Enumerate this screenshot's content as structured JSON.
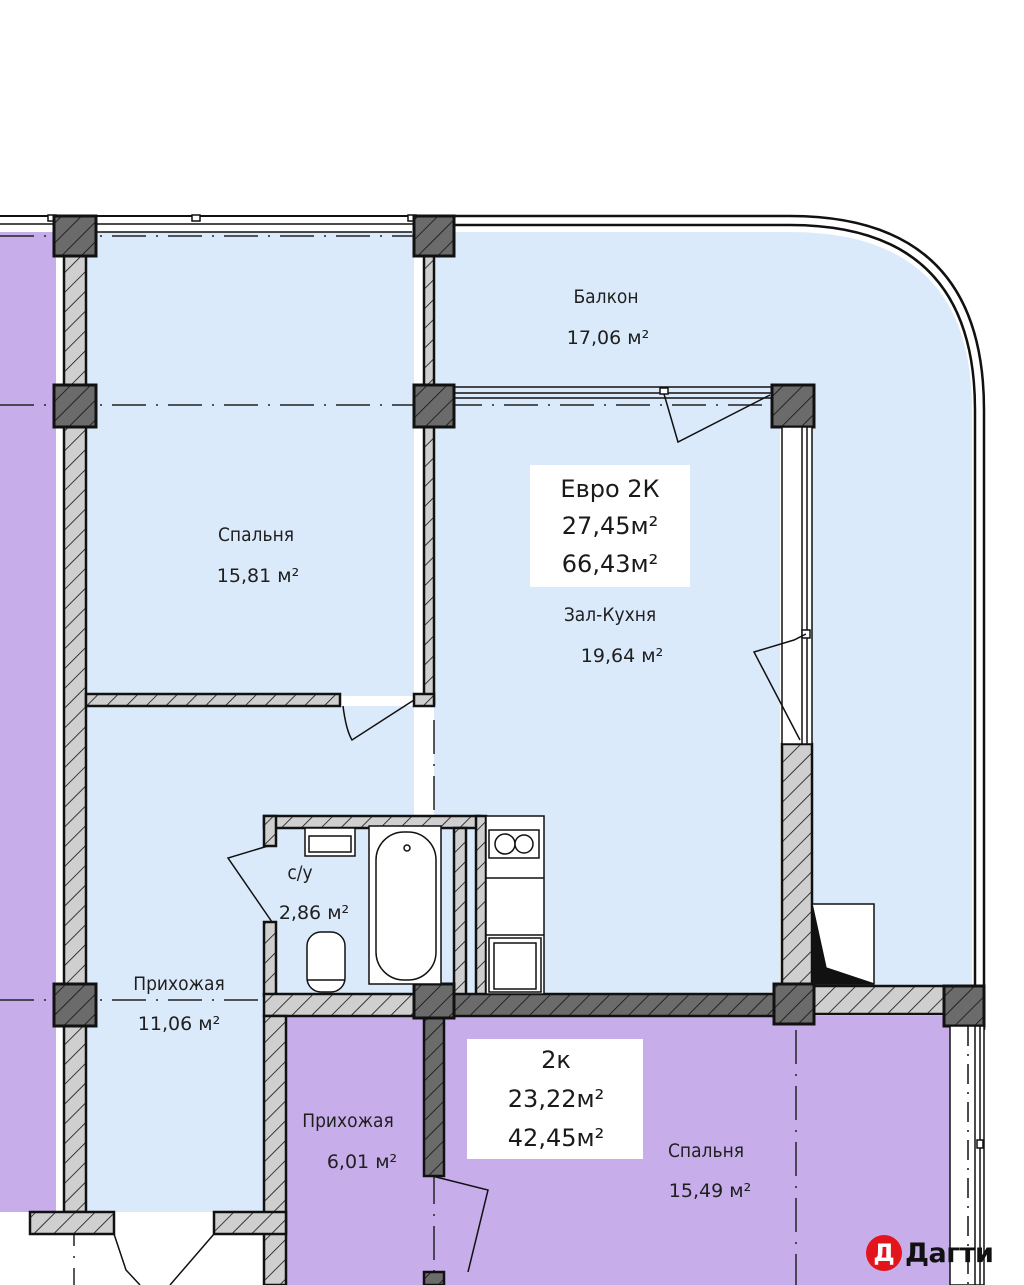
{
  "colors": {
    "apartment_euro2k": "#dbeafb",
    "apartment_2k": "#c7aeea",
    "wall_fill": "#cfcfcf",
    "column_fill": "#6b6b6b",
    "outline": "#111111",
    "logo_red": "#e3141b"
  },
  "apartments": [
    {
      "id": "euro-2k",
      "tag": {
        "type": "Евро 2К",
        "living_area": "27,45м²",
        "total_area": "66,43м²"
      },
      "rooms": [
        {
          "name": "Балкон",
          "area": "17,06 м²"
        },
        {
          "name": "Спальня",
          "area": "15,81 м²"
        },
        {
          "name": "Зал-Кухня",
          "area": "19,64 м²"
        },
        {
          "name": "с/у",
          "area": "2,86 м²"
        },
        {
          "name": "Прихожая",
          "area": "11,06 м²"
        }
      ]
    },
    {
      "id": "2k",
      "tag": {
        "type": "2к",
        "living_area": "23,22м²",
        "total_area": "42,45м²"
      },
      "rooms": [
        {
          "name": "Прихожая",
          "area": "6,01 м²"
        },
        {
          "name": "Спальня",
          "area": "15,49 м²"
        }
      ]
    }
  ],
  "logo": {
    "letter": "Д",
    "text": "Дагти"
  }
}
